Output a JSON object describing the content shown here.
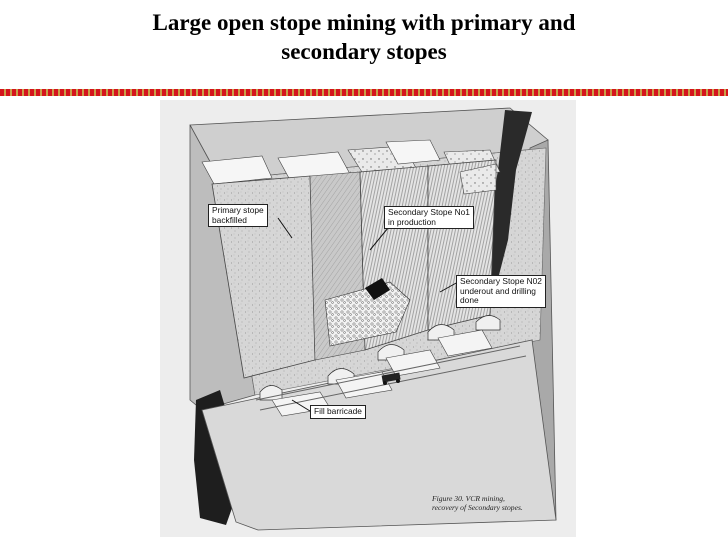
{
  "slide": {
    "title_line1": "Large open stope mining with primary and",
    "title_line2": "secondary stopes"
  },
  "figure": {
    "labels": {
      "primary_stope_line1": "Primary stope",
      "primary_stope_line2": "backfilled",
      "secondary_n01_line1": "Secondary Stope No1",
      "secondary_n01_line2": "in production",
      "secondary_n02_line1": "Secondary Stope N02",
      "secondary_n02_line2": "underout and drilling",
      "secondary_n02_line3": "done",
      "fill_barricade": "Fill barricade"
    },
    "caption_line1": "Figure 30. VCR mining,",
    "caption_line2": "recovery of Secondary stopes."
  },
  "colors": {
    "rule_red": "#d4141c",
    "rule_gold": "#c8a048"
  }
}
